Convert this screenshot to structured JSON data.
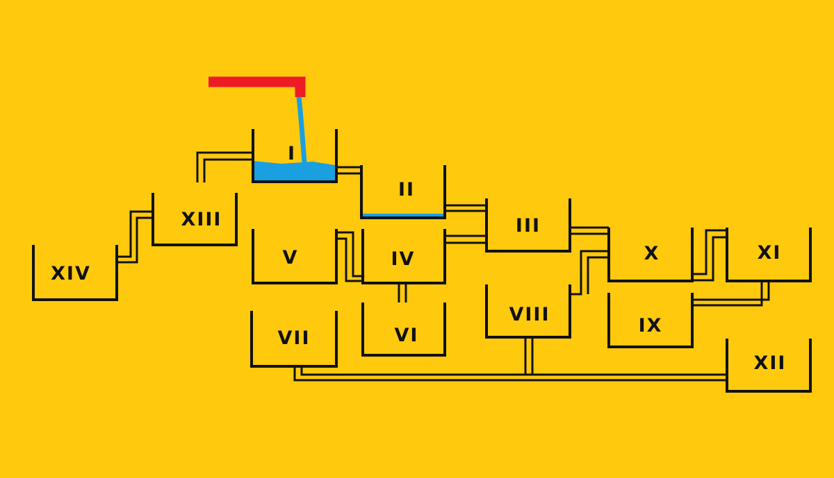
{
  "puzzle": {
    "background_color": "#FFC90E",
    "tap_color": "#ED1C24",
    "water_color": "#1A9FE0",
    "line_color": "#111111",
    "containers": [
      {
        "id": "I",
        "label": "I",
        "has_water": true
      },
      {
        "id": "II",
        "label": "II",
        "has_water": true
      },
      {
        "id": "III",
        "label": "III",
        "has_water": false
      },
      {
        "id": "IV",
        "label": "IV",
        "has_water": false
      },
      {
        "id": "V",
        "label": "V",
        "has_water": false
      },
      {
        "id": "VI",
        "label": "VI",
        "has_water": false
      },
      {
        "id": "VII",
        "label": "VII",
        "has_water": false
      },
      {
        "id": "VIII",
        "label": "VIII",
        "has_water": false
      },
      {
        "id": "IX",
        "label": "IX",
        "has_water": false
      },
      {
        "id": "X",
        "label": "X",
        "has_water": false
      },
      {
        "id": "XI",
        "label": "XI",
        "has_water": false
      },
      {
        "id": "XII",
        "label": "XII",
        "has_water": false
      },
      {
        "id": "XIII",
        "label": "XIII",
        "has_water": false
      },
      {
        "id": "XIV",
        "label": "XIV",
        "has_water": false
      }
    ]
  }
}
